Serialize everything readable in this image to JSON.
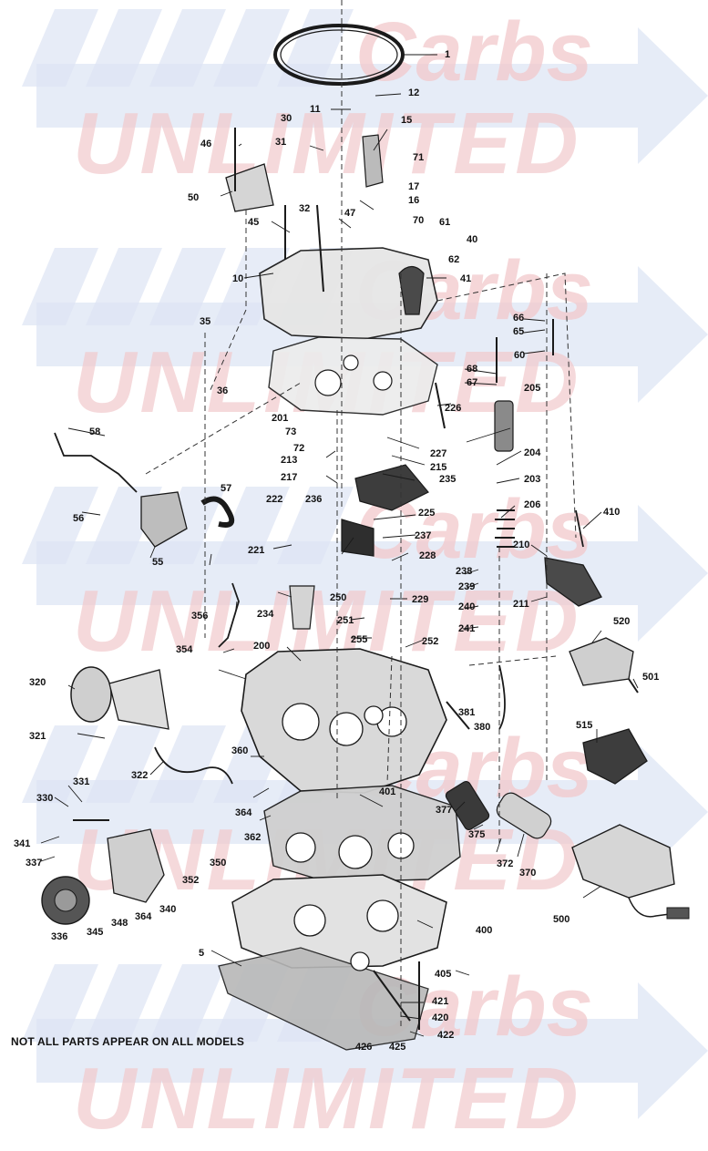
{
  "watermark": {
    "brand_top": "Carbs",
    "brand_bottom": "UNLIMITED",
    "colors": {
      "text": "#f2c9cc",
      "arrow": "#d2dcf0",
      "bars": "#dde4f3"
    }
  },
  "footer_note": "NOT ALL PARTS APPEAR ON ALL MODELS",
  "part_labels": [
    "1",
    "5",
    "10",
    "11",
    "12",
    "15",
    "16",
    "17",
    "30",
    "31",
    "32",
    "35",
    "36",
    "40",
    "41",
    "45",
    "46",
    "47",
    "50",
    "55",
    "56",
    "57",
    "58",
    "60",
    "61",
    "62",
    "65",
    "66",
    "67",
    "68",
    "70",
    "71",
    "72",
    "73",
    "200",
    "201",
    "203",
    "204",
    "205",
    "206",
    "210",
    "211",
    "213",
    "215",
    "217",
    "221",
    "222",
    "225",
    "226",
    "227",
    "228",
    "229",
    "234",
    "235",
    "236",
    "237",
    "238",
    "239",
    "240",
    "241",
    "250",
    "251",
    "252",
    "255",
    "320",
    "321",
    "322",
    "330",
    "331",
    "336",
    "337",
    "340",
    "341",
    "345",
    "348",
    "350",
    "352",
    "354",
    "356",
    "360",
    "362",
    "364",
    "370",
    "372",
    "375",
    "377",
    "380",
    "381",
    "400",
    "401",
    "405",
    "410",
    "420",
    "421",
    "422",
    "425",
    "426",
    "500",
    "501",
    "515",
    "520"
  ],
  "colors": {
    "ink": "#1a1a1a",
    "line": "#2a2a2a",
    "part_fill": "#bdbdbd",
    "part_dark": "#555555"
  }
}
